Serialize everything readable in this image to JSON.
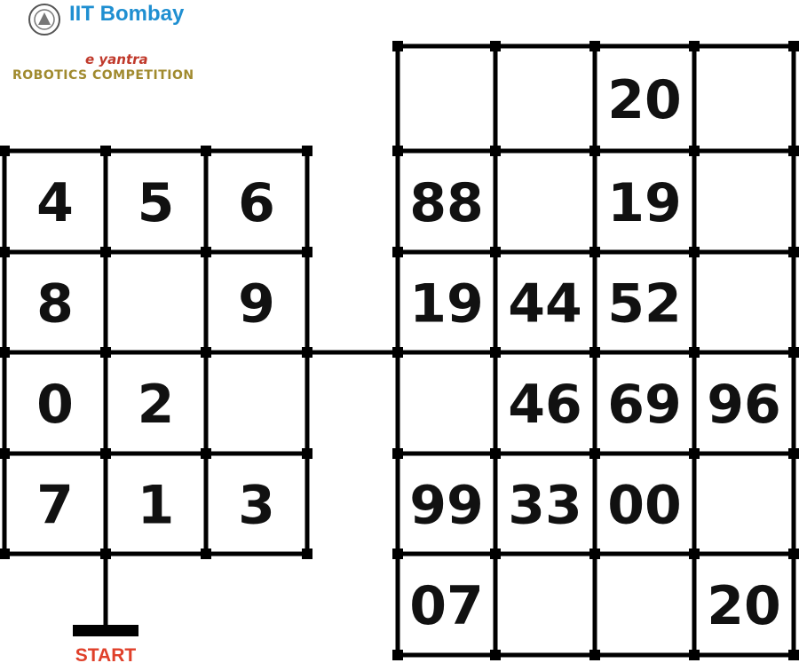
{
  "header": {
    "institution": "IIT Bombay",
    "brand": "e yantra",
    "competition": "ROBOTICS COMPETITION",
    "seal_icon": "iit-bombay-seal-icon"
  },
  "colors": {
    "institution": "#1f8fd1",
    "brand": "#c0392b",
    "competition": "#a08a2e",
    "start": "#e0402a",
    "grid": "#000000"
  },
  "start": {
    "label": "START"
  },
  "left_grid": {
    "rows": 4,
    "cols": 3,
    "cells": [
      [
        "4",
        "5",
        "6"
      ],
      [
        "8",
        "",
        "9"
      ],
      [
        "0",
        "2",
        ""
      ],
      [
        "7",
        "1",
        "3"
      ]
    ]
  },
  "right_grid": {
    "rows": 6,
    "cols": 4,
    "cells": [
      [
        "",
        "",
        "20",
        ""
      ],
      [
        "88",
        "",
        "19",
        ""
      ],
      [
        "19",
        "44",
        "52",
        ""
      ],
      [
        "",
        "46",
        "69",
        "96"
      ],
      [
        "99",
        "33",
        "00",
        ""
      ],
      [
        "07",
        "",
        "",
        "20"
      ]
    ]
  }
}
